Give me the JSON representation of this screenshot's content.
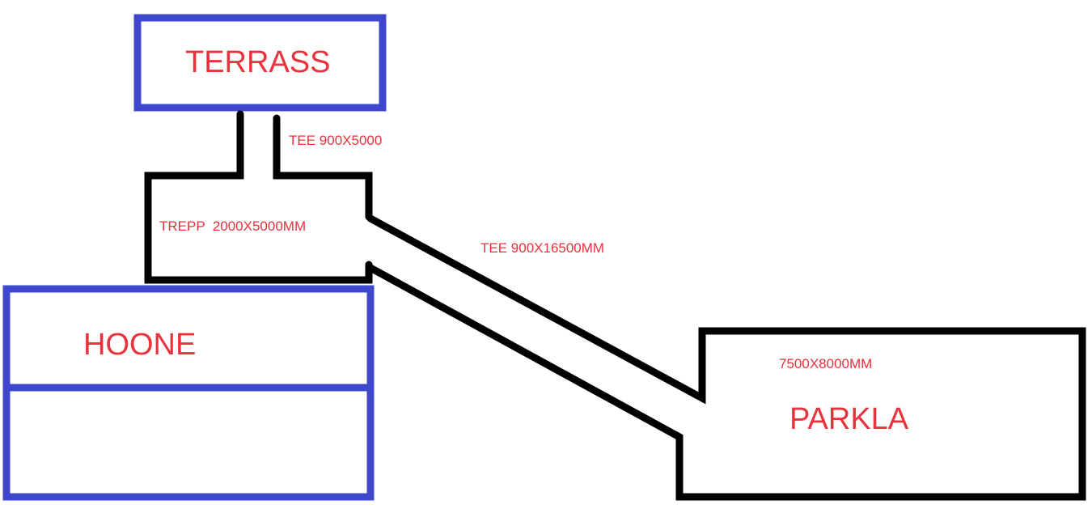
{
  "colors": {
    "room_outline": "#3f48cc",
    "wall": "#000000",
    "label": "#e8323c"
  },
  "rooms": {
    "terrass": {
      "label": "TERRASS"
    },
    "trepp": {
      "label": "TREPP  2000X5000MM"
    },
    "hoone": {
      "label": "HOONE"
    },
    "parkla": {
      "label": "PARKLA",
      "size": "7500X8000MM"
    }
  },
  "paths": {
    "terrass_path": {
      "label": "TEE 900X5000"
    },
    "parkla_path": {
      "label": "TEE 900X16500MM"
    }
  }
}
